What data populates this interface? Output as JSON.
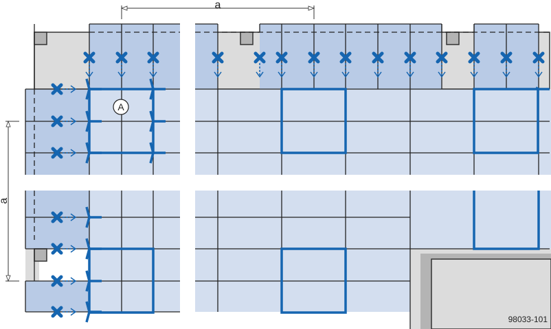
{
  "dimension_top_label": "a",
  "dimension_left_label": "a",
  "marker_label": "A",
  "figure_id": "98033-101",
  "colors": {
    "blue": "#1565b0",
    "panel": "#d3deef",
    "panel_dark": "#b9cbe6",
    "gray": "#dcdcdc",
    "gray_dark": "#b4b4b4",
    "line": "#333333"
  }
}
